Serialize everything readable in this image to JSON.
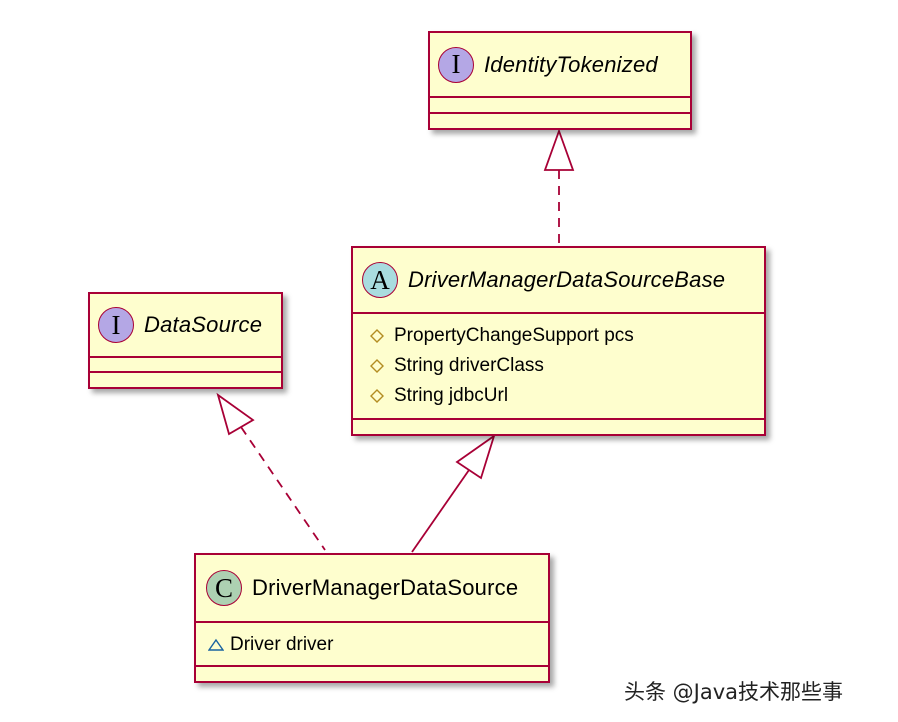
{
  "classes": {
    "identity_tokenized": {
      "stereotype": "I",
      "stereotype_color": "#b4a7e5",
      "name": "IdentityTokenized",
      "attributes": []
    },
    "dm_datasource_base": {
      "stereotype": "A",
      "stereotype_color": "#a9dcdf",
      "name": "DriverManagerDataSourceBase",
      "attributes": [
        {
          "visibility": "protected",
          "text": "PropertyChangeSupport pcs"
        },
        {
          "visibility": "protected",
          "text": "String driverClass"
        },
        {
          "visibility": "protected",
          "text": "String jdbcUrl"
        }
      ]
    },
    "datasource": {
      "stereotype": "I",
      "stereotype_color": "#b4a7e5",
      "name": "DataSource",
      "attributes": []
    },
    "dm_datasource": {
      "stereotype": "C",
      "stereotype_color": "#add1b2",
      "name": "DriverManagerDataSource",
      "attributes": [
        {
          "visibility": "package",
          "text": "Driver driver"
        }
      ]
    }
  },
  "relations": [
    {
      "from": "dm_datasource_base",
      "to": "identity_tokenized",
      "type": "realization"
    },
    {
      "from": "dm_datasource",
      "to": "datasource",
      "type": "realization"
    },
    {
      "from": "dm_datasource",
      "to": "dm_datasource_base",
      "type": "generalization"
    }
  ],
  "colors": {
    "border": "#a80036",
    "fill": "#fefece",
    "edge": "#a80036",
    "package_vis": "#1963a0"
  },
  "watermark": "头条 @Java技术那些事"
}
